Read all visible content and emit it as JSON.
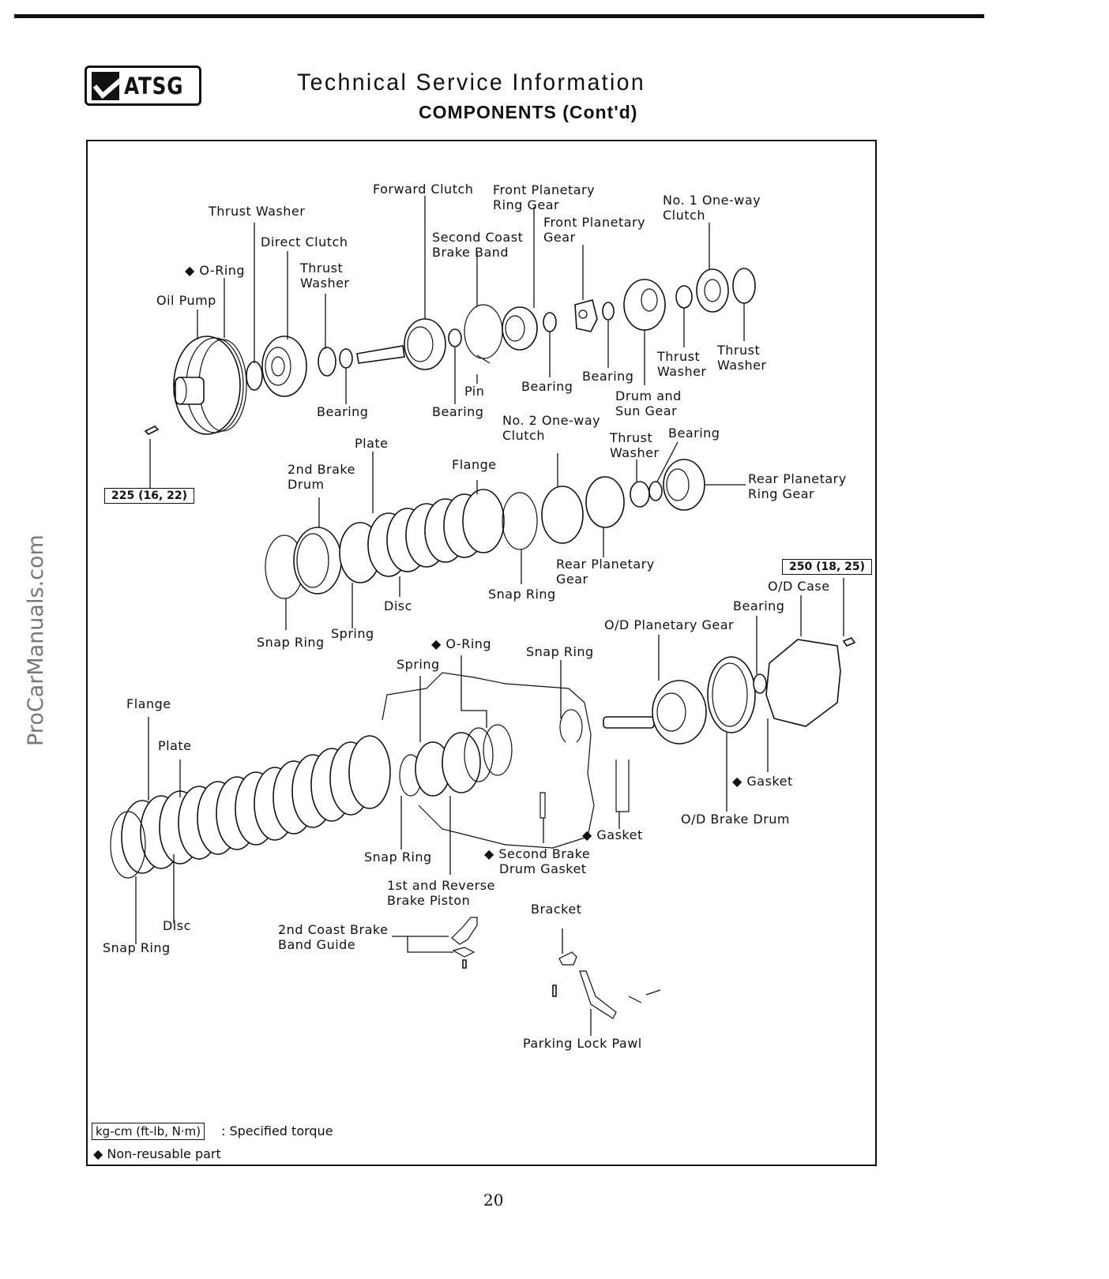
{
  "header": {
    "logo_text": "ATSG",
    "title": "Technical Service Information",
    "subtitle": "COMPONENTS (Cont'd)"
  },
  "watermark": "ProCarManuals.com",
  "page_number": "20",
  "torque_specs": {
    "oil_pump_bolt": "225 (16, 22)",
    "od_case_bolt": "250 (18, 25)"
  },
  "legend": {
    "torque_unit_box": "kg-cm (ft-lb, N·m)",
    "torque_desc": ": Specified torque",
    "non_reusable": "◆ Non-reusable part"
  },
  "labels": {
    "thrust_washer_1": "Thrust Washer",
    "direct_clutch": "Direct Clutch",
    "o_ring_1": "◆ O-Ring",
    "thrust_washer_2a": "Thrust",
    "thrust_washer_2b": "Washer",
    "oil_pump": "Oil Pump",
    "bearing_1": "Bearing",
    "forward_clutch": "Forward Clutch",
    "second_coast_band_a": "Second Coast",
    "second_coast_band_b": "Brake Band",
    "pin": "Pin",
    "bearing_2": "Bearing",
    "front_planetary_ring_a": "Front Planetary",
    "front_planetary_ring_b": "Ring Gear",
    "front_planetary_gear_a": "Front Planetary",
    "front_planetary_gear_b": "Gear",
    "bearing_3": "Bearing",
    "bearing_4": "Bearing",
    "no1_oneway_a": "No. 1 One-way",
    "no1_oneway_b": "Clutch",
    "thrust_washer_3a": "Thrust",
    "thrust_washer_3b": "Washer",
    "thrust_washer_4a": "Thrust",
    "thrust_washer_4b": "Washer",
    "drum_sun_a": "Drum and",
    "drum_sun_b": "Sun Gear",
    "no2_oneway_a": "No. 2 One-way",
    "no2_oneway_b": "Clutch",
    "thrust_washer_5a": "Thrust",
    "thrust_washer_5b": "Washer",
    "bearing_5": "Bearing",
    "rear_planetary_ring_a": "Rear Planetary",
    "rear_planetary_ring_b": "Ring Gear",
    "plate_1": "Plate",
    "second_brake_drum_a": "2nd Brake",
    "second_brake_drum_b": "Drum",
    "flange_1": "Flange",
    "disc_1": "Disc",
    "snap_ring_1": "Snap Ring",
    "spring_1": "Spring",
    "snap_ring_2": "Snap Ring",
    "rear_planetary_gear_a": "Rear Planetary",
    "rear_planetary_gear_b": "Gear",
    "od_case": "O/D Case",
    "bearing_6": "Bearing",
    "od_planetary_gear": "O/D Planetary Gear",
    "o_ring_2": "◆ O-Ring",
    "spring_2": "Spring",
    "snap_ring_3": "Snap Ring",
    "flange_2": "Flange",
    "plate_2": "Plate",
    "gasket_1": "◆ Gasket",
    "od_brake_drum": "O/D Brake Drum",
    "gasket_2": "◆ Gasket",
    "snap_ring_4": "Snap Ring",
    "second_brake_drum_gasket_a": "◆ Second Brake",
    "second_brake_drum_gasket_b": "Drum Gasket",
    "first_reverse_piston_a": "1st and Reverse",
    "first_reverse_piston_b": "Brake Piston",
    "bracket": "Bracket",
    "disc_2": "Disc",
    "snap_ring_5": "Snap Ring",
    "second_coast_guide_a": "2nd Coast Brake",
    "second_coast_guide_b": "Band Guide",
    "parking_lock_pawl": "Parking Lock Pawl"
  }
}
